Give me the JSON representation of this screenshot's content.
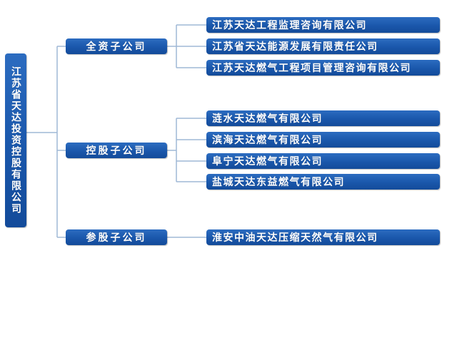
{
  "colors": {
    "box": "#1a57ab",
    "line": "#9fb8d6"
  },
  "root": {
    "label": "江苏省天达投资控股有限公司"
  },
  "categories": [
    {
      "label": "全资子公司",
      "companies": [
        "江苏天达工程监理咨询有限公司",
        "江苏省天达能源发展有限责任公司",
        "江苏天达燃气工程项目管理咨询有限公司"
      ]
    },
    {
      "label": "控股子公司",
      "companies": [
        "涟水天达燃气有限公司",
        "滨海天达燃气有限公司",
        "阜宁天达燃气有限公司",
        "盐城天达东益燃气有限公司"
      ]
    },
    {
      "label": "参股子公司",
      "companies": [
        "淮安中油天达压缩天然气有限公司"
      ]
    }
  ]
}
